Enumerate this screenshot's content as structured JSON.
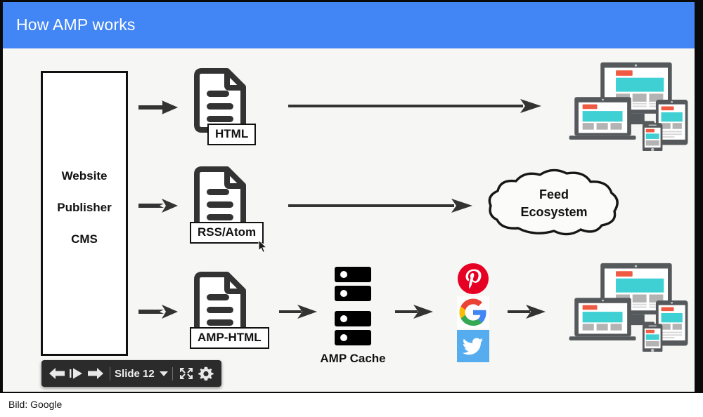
{
  "slide": {
    "title": "How AMP works",
    "header_color": "#4285f4",
    "background_color": "#f6f6f4"
  },
  "source_box": {
    "lines": [
      "Website",
      "Publisher",
      "CMS"
    ]
  },
  "flows": [
    {
      "id": "html-flow",
      "doc_label": "HTML",
      "destination": "responsive-devices"
    },
    {
      "id": "rss-flow",
      "doc_label": "RSS/Atom",
      "destination": "feed-ecosystem-cloud"
    },
    {
      "id": "amp-flow",
      "doc_label": "AMP-HTML",
      "destination": "responsive-devices"
    }
  ],
  "cloud": {
    "line1": "Feed",
    "line2": "Ecosystem"
  },
  "cache": {
    "label": "AMP Cache",
    "server_bar_count": 4
  },
  "platforms": [
    {
      "name": "pinterest",
      "color": "#e60023"
    },
    {
      "name": "google",
      "colors": [
        "#ea4335",
        "#fbbc05",
        "#34a853",
        "#4285f4"
      ]
    },
    {
      "name": "twitter",
      "color": "#55acee"
    }
  ],
  "device_cluster": {
    "frame_color": "#55595c",
    "accent_color": "#ef5b42",
    "content_color": "#3fd0d4",
    "block_color": "#b3b3b3",
    "devices": [
      "desktop-monitor",
      "laptop",
      "tablet",
      "smartphone"
    ]
  },
  "player": {
    "prev_label": "previous",
    "play_label": "play",
    "next_label": "next",
    "slide_label": "Slide 12",
    "fullscreen_label": "fullscreen",
    "settings_label": "settings"
  },
  "caption": {
    "text": "Bild: Google"
  }
}
